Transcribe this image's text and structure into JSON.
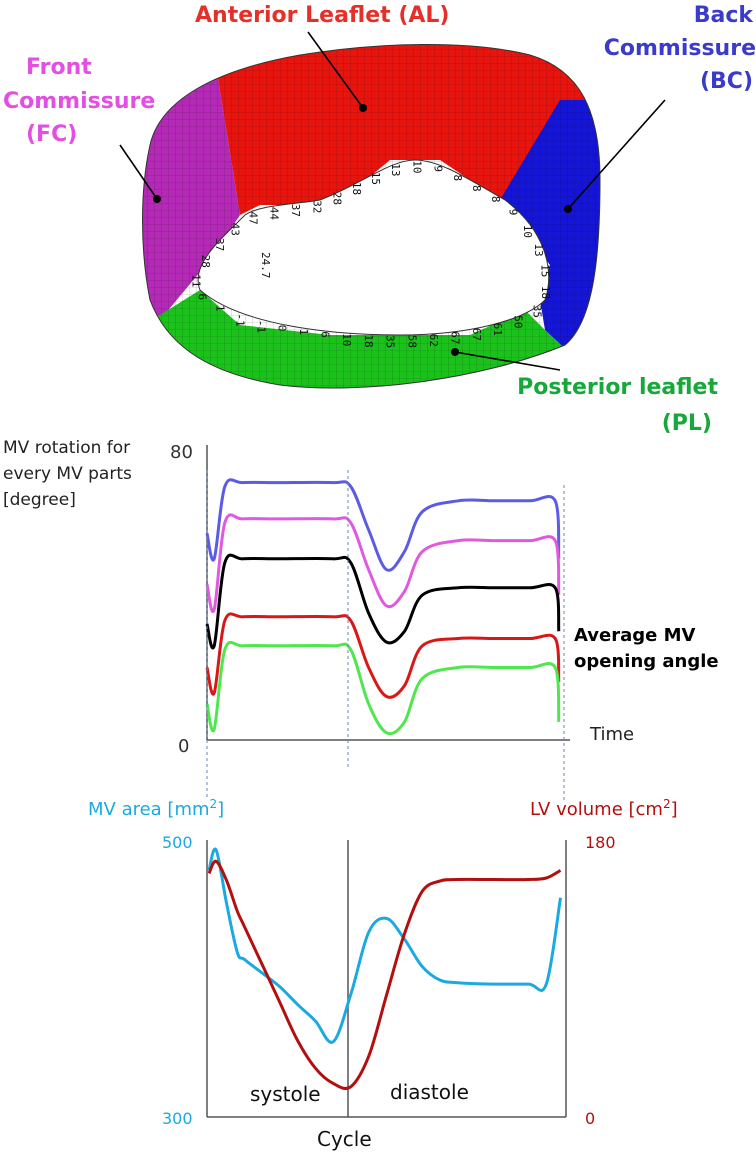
{
  "valve": {
    "labels": {
      "al": "Anterior Leaflet (AL)",
      "bc_line1": "Back",
      "bc_line2": "Commissure",
      "bc_line3": "(BC)",
      "fc_line1": "Front",
      "fc_line2": "Commissure",
      "fc_line3": "(FC)",
      "pl_line1": "Posterior leaflet",
      "pl_line2": "(PL)"
    },
    "center_value": "24.7",
    "colors": {
      "al": "#e8150f",
      "bc": "#1515d6",
      "fc": "#b42ab6",
      "pl": "#1cc21c",
      "al_text": "#e5302a",
      "bc_text": "#3a3acb",
      "fc_text": "#e34fe3",
      "pl_text": "#17a83b",
      "center": "#e34040"
    },
    "rim_numbers": [
      "47",
      "44",
      "37",
      "32",
      "28",
      "18",
      "15",
      "13",
      "10",
      "9",
      "8",
      "8",
      "8",
      "9",
      "10",
      "13",
      "15",
      "18",
      "35",
      "50",
      "61",
      "67",
      "67",
      "62",
      "58",
      "35",
      "18",
      "10",
      "6",
      "1",
      "0",
      "-1",
      "-1",
      "1",
      "6",
      "11",
      "28",
      "37",
      "43"
    ]
  },
  "top_chart": {
    "ylabel_line1": "MV rotation for",
    "ylabel_line2": "every MV parts",
    "ylabel_line3": "[degree]",
    "y_max_label": "80",
    "y_min_label": "0",
    "xlabel": "Time",
    "annotation_line1": "Average MV",
    "annotation_line2": "opening angle"
  },
  "bottom_chart": {
    "left_label": "MV area [mm",
    "left_label_sup": "2",
    "left_label_end": "]",
    "right_label": "LV volume [cm",
    "right_label_sup": "2",
    "right_label_end": "]",
    "left_max": "500",
    "left_min": "300",
    "right_max": "180",
    "right_min": "0",
    "phase1": "systole",
    "phase2": "diastole",
    "xlabel": "Cycle",
    "left_color": "#1ba9e1",
    "right_color": "#b40f0f"
  },
  "chart_data": [
    {
      "type": "line",
      "xlabel": "Time",
      "ylabel": "MV rotation for every MV parts [degree]",
      "ylim": [
        0,
        80
      ],
      "x": [
        0,
        0.02,
        0.05,
        0.1,
        0.2,
        0.35,
        0.4,
        0.45,
        0.5,
        0.55,
        0.6,
        0.7,
        0.8,
        0.9,
        0.97,
        0.98
      ],
      "series": [
        {
          "name": "",
          "color": "#5b5be6",
          "values": [
            57,
            50,
            70,
            71,
            71,
            71,
            70,
            58,
            47,
            52,
            63,
            66,
            66,
            66,
            66,
            50
          ]
        },
        {
          "name": "",
          "color": "#e05ae0",
          "values": [
            43,
            36,
            60,
            61,
            61,
            61,
            60,
            47,
            37,
            41,
            52,
            55,
            55,
            55,
            55,
            40
          ]
        },
        {
          "name": "",
          "color": "#000000",
          "values": [
            32,
            26,
            49,
            50,
            50,
            50,
            49,
            35,
            27,
            30,
            40,
            42,
            42,
            42,
            42,
            30
          ]
        },
        {
          "name": "",
          "color": "#d81818",
          "values": [
            20,
            13,
            33,
            34,
            34,
            34,
            33,
            20,
            12,
            15,
            26,
            28,
            28,
            28,
            28,
            16
          ]
        },
        {
          "name": "",
          "color": "#4ee84e",
          "values": [
            10,
            3,
            25,
            26,
            26,
            26,
            25,
            10,
            2,
            5,
            17,
            20,
            20,
            20,
            20,
            5
          ]
        }
      ]
    },
    {
      "type": "line",
      "xlabel": "Cycle",
      "x": [
        0,
        0.02,
        0.05,
        0.08,
        0.1,
        0.15,
        0.2,
        0.25,
        0.3,
        0.35,
        0.4,
        0.45,
        0.5,
        0.55,
        0.6,
        0.65,
        0.7,
        0.8,
        0.9,
        0.95,
        0.99
      ],
      "series": [
        {
          "name": "MV area [mm2]",
          "axis": "left",
          "ylim": [
            300,
            500
          ],
          "color": "#1ba9e1",
          "values": [
            480,
            495,
            455,
            420,
            415,
            405,
            395,
            382,
            370,
            355,
            390,
            435,
            445,
            430,
            410,
            400,
            398,
            397,
            397,
            397,
            460
          ]
        },
        {
          "name": "LV volume [cm2]",
          "axis": "right",
          "ylim": [
            0,
            180
          ],
          "color": "#b40f0f",
          "values": [
            160,
            168,
            155,
            135,
            125,
            100,
            75,
            50,
            32,
            22,
            20,
            40,
            80,
            120,
            148,
            155,
            156,
            156,
            156,
            157,
            162
          ]
        }
      ]
    }
  ]
}
